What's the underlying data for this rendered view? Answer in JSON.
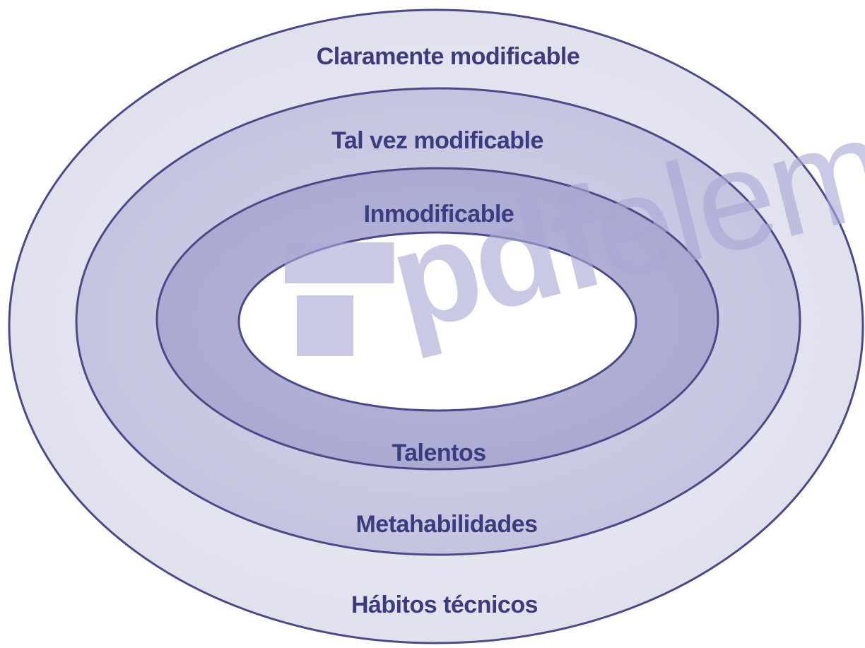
{
  "diagram": {
    "rings": [
      {
        "id": "outer",
        "top_label": "Claramente modificable",
        "bottom_label": "Hábitos técnicos"
      },
      {
        "id": "middle",
        "top_label": "Tal vez modificable",
        "bottom_label": "Metahabilidades"
      },
      {
        "id": "inner",
        "top_label": "Inmodificable",
        "bottom_label": "Talentos"
      }
    ]
  },
  "watermark": {
    "brand_bold": "pdf",
    "brand_light": "elemen"
  },
  "colors": {
    "outer_fill": "#e6e6f1",
    "middle_fill": "#c9c9e2",
    "inner_fill": "#aeaed4",
    "core_fill": "#ffffff",
    "stroke": "#4a4a88",
    "label": "#3b3b80",
    "watermark": "#a9a9d6"
  }
}
